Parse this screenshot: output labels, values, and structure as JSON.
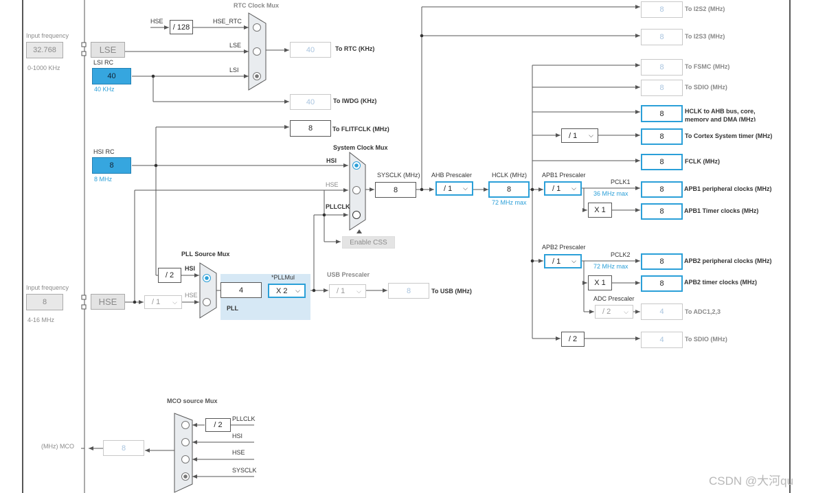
{
  "rtc_mux": {
    "title": "RTC Clock Mux",
    "hse_div": "/ 128",
    "in_hse": "HSE",
    "in_hse_rtc": "HSE_RTC",
    "in_lse": "LSE",
    "in_lsi": "LSI"
  },
  "lse": {
    "input_label": "Input frequency",
    "value": "32.768",
    "range": "0-1000 KHz",
    "name": "LSE"
  },
  "lsi": {
    "name": "LSI RC",
    "value": "40",
    "unit": "40 KHz"
  },
  "rtc_out": {
    "value": "40",
    "label": "To RTC (KHz)"
  },
  "iwdg_out": {
    "value": "40",
    "label": "To IWDG (KHz)"
  },
  "flitf_out": {
    "value": "8",
    "label": "To FLITFCLK (MHz)"
  },
  "hsi": {
    "name": "HSI RC",
    "value": "8",
    "unit": "8 MHz"
  },
  "sys_mux": {
    "title": "System Clock Mux",
    "in_hsi": "HSI",
    "in_hse": "HSE",
    "in_pllclk": "PLLCLK",
    "css_label": "Enable CSS"
  },
  "sysclk": {
    "label": "SYSCLK (MHz)",
    "value": "8"
  },
  "ahb": {
    "label": "AHB Prescaler",
    "value": "/ 1"
  },
  "hclk": {
    "label": "HCLK (MHz)",
    "value": "8",
    "max": "72 MHz max"
  },
  "apb1": {
    "label": "APB1 Prescaler",
    "value": "/ 1",
    "pclk": "PCLK1",
    "max": "36 MHz max",
    "timer_mult": "X 1"
  },
  "apb2": {
    "label": "APB2 Prescaler",
    "value": "/ 1",
    "pclk": "PCLK2",
    "max": "72 MHz max",
    "timer_mult": "X 1"
  },
  "adc": {
    "label": "ADC Prescaler",
    "value": "/ 2"
  },
  "outputs": {
    "i2s2": {
      "value": "8",
      "label": "To I2S2 (MHz)"
    },
    "i2s3": {
      "value": "8",
      "label": "To I2S3 (MHz)"
    },
    "fsmc": {
      "value": "8",
      "label": "To FSMC (MHz)"
    },
    "sdio": {
      "value": "8",
      "label": "To SDIO (MHz)"
    },
    "hclk_ahb": {
      "value": "8",
      "label": "HCLK to AHB bus, core,",
      "label2": "memory and DMA (MHz)"
    },
    "cortex_div": "/ 1",
    "cortex": {
      "value": "8",
      "label": "To Cortex System timer (MHz)"
    },
    "fclk": {
      "value": "8",
      "label": "FCLK (MHz)"
    },
    "apb1_periph": {
      "value": "8",
      "label": "APB1 peripheral clocks (MHz)"
    },
    "apb1_timer": {
      "value": "8",
      "label": "APB1 Timer clocks (MHz)"
    },
    "apb2_periph": {
      "value": "8",
      "label": "APB2 peripheral clocks (MHz)"
    },
    "apb2_timer": {
      "value": "8",
      "label": "APB2 timer clocks (MHz)"
    },
    "adc": {
      "value": "4",
      "label": "To ADC1,2,3"
    },
    "sdio2_div": "/ 2",
    "sdio2": {
      "value": "4",
      "label": "To SDIO (MHz)"
    }
  },
  "hse": {
    "input_label": "Input frequency",
    "value": "8",
    "range": "4-16 MHz",
    "name": "HSE",
    "prediv": "/ 1"
  },
  "pll_mux": {
    "title": "PLL Source Mux",
    "hsi_div": "/ 2",
    "in_hsi": "HSI",
    "in_hse": "HSE"
  },
  "pll": {
    "value": "4",
    "mul_label": "*PLLMul",
    "mul": "X 2",
    "name": "PLL"
  },
  "usb": {
    "label": "USB Prescaler",
    "value": "/ 1",
    "out_value": "8",
    "out_label": "To USB (MHz)"
  },
  "mco": {
    "title": "MCO source Mux",
    "div": "/ 2",
    "in_pllclk": "PLLCLK",
    "in_hsi": "HSI",
    "in_hse": "HSE",
    "in_sysclk": "SYSCLK",
    "label": "(MHz) MCO",
    "value": "8"
  },
  "watermark": "CSDN @大河qu",
  "colors": {
    "accent": "#2a9fd8",
    "rc_fill": "#36a6df",
    "pll_panel": "#d6e8f5"
  }
}
